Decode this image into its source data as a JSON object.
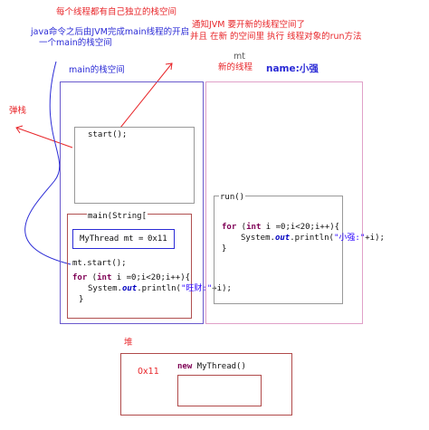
{
  "notes": {
    "top_red": "每个线程都有自己独立的栈空间",
    "blue_line1": "java命令之后由JVM完成main线程的开启",
    "blue_line2": "一个main的栈空间",
    "right_red_line1": "通知JVM 要开新的线程空间了",
    "right_red_line2": "并且 在新 的空间里 执行 线程对象的run方法",
    "pop_stack": "弹栈"
  },
  "main_stack": {
    "title": "main的栈空间",
    "start_call": "start();",
    "main_frame_title": "main(String[",
    "var_decl": "MyThread mt = ",
    "var_addr": "0x11",
    "mt_start": "mt.start();",
    "for_kw": "for",
    "int_kw": "int",
    "for_rest": " i =0;i<20;i++){",
    "sys_prefix": "System.",
    "out_field": "out",
    "println": ".println(",
    "str_literal": "\"旺财:\"",
    "println_end": "+i);",
    "close_brace": "}"
  },
  "new_thread": {
    "mt_label": "mt",
    "title": "新的线程",
    "name_label": "name:小强",
    "run_title": "run()",
    "for_kw": "for",
    "int_kw": "int",
    "for_rest": " i =0;i<20;i++){",
    "sys_prefix": "System.",
    "out_field": "out",
    "println": ".println(",
    "str_literal": "\"小强:\"",
    "println_end": "+i);",
    "close_brace": "}"
  },
  "heap": {
    "title": "堆",
    "addr": "0x11",
    "new_kw": "new",
    "new_rest": " MyThread()"
  },
  "colors": {
    "red": "#e8262a",
    "blue": "#2b2bd6",
    "purple": "#6a5acd",
    "pink": "#e0a0c8",
    "brown": "#b05050",
    "gray": "#999999",
    "heap_border": "#b04a4a"
  }
}
